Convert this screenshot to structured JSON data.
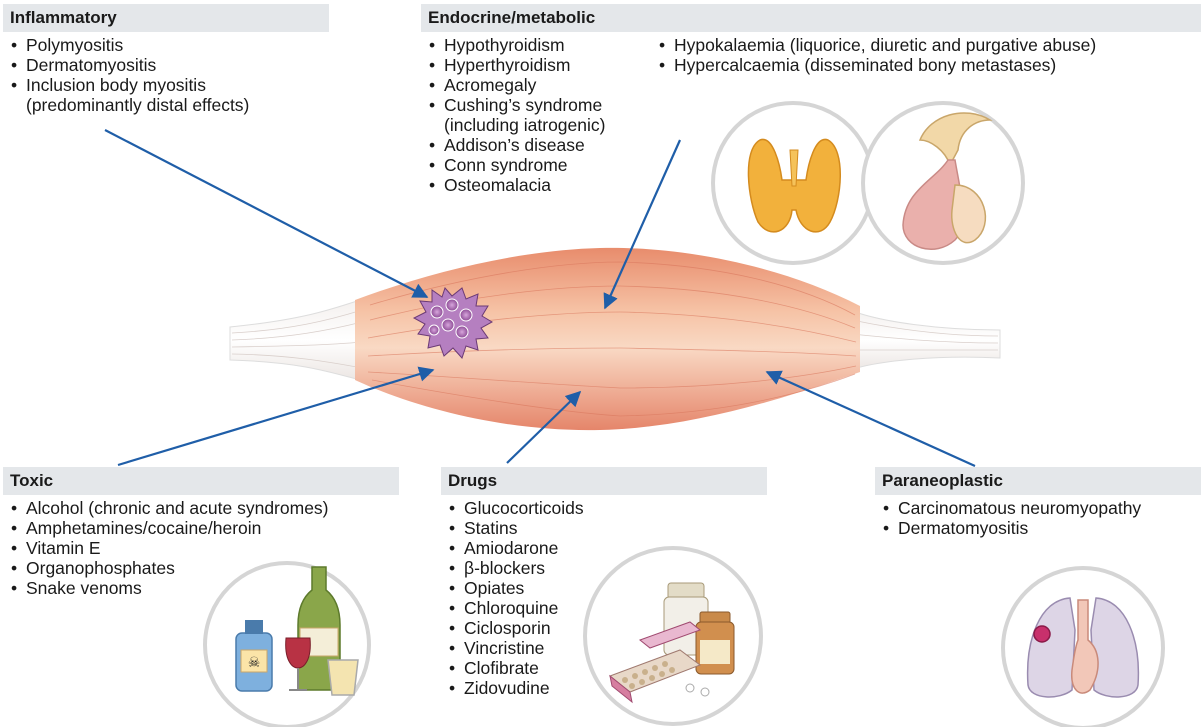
{
  "panels": {
    "inflammatory": {
      "title": "Inflammatory",
      "items": [
        "Polymyositis",
        "Dermatomyositis",
        "Inclusion body myositis",
        "(predominantly distal effects)"
      ]
    },
    "endocrine": {
      "title": "Endocrine/metabolic",
      "items_col1": [
        "Hypothyroidism",
        "Hyperthyroidism",
        "Acromegaly",
        "Cushing’s syndrome",
        "(including iatrogenic)",
        "Addison’s disease",
        "Conn syndrome",
        "Osteomalacia"
      ],
      "items_col2": [
        "Hypokalaemia (liquorice, diuretic and purgative abuse)",
        "Hypercalcaemia (disseminated bony metastases)"
      ]
    },
    "toxic": {
      "title": "Toxic",
      "items": [
        "Alcohol (chronic and acute syndromes)",
        "Amphetamines/cocaine/heroin",
        "Vitamin E",
        "Organophosphates",
        "Snake venoms"
      ]
    },
    "drugs": {
      "title": "Drugs",
      "items": [
        "Glucocorticoids",
        "Statins",
        "Amiodarone",
        "β-blockers",
        "Opiates",
        "Chloroquine",
        "Ciclosporin",
        "Vincristine",
        "Clofibrate",
        "Zidovudine"
      ]
    },
    "paraneoplastic": {
      "title": "Paraneoplastic",
      "items": [
        "Carcinomatous neuromyopathy",
        "Dermatomyositis"
      ]
    }
  },
  "colors": {
    "header_bg": "#e4e7ea",
    "arrow": "#1f5ea8",
    "muscle": "#eea484",
    "muscle_light": "#f8d2bc",
    "circle_border": "#d5d5d5",
    "gland": "#f2b13c"
  },
  "icons": [
    "muscle-illustration",
    "inflammatory-cell-icon",
    "thyroid-gland-icon",
    "pituitary-adrenal-icon",
    "toxic-substances-icon",
    "medication-icon",
    "lungs-tumour-icon"
  ]
}
